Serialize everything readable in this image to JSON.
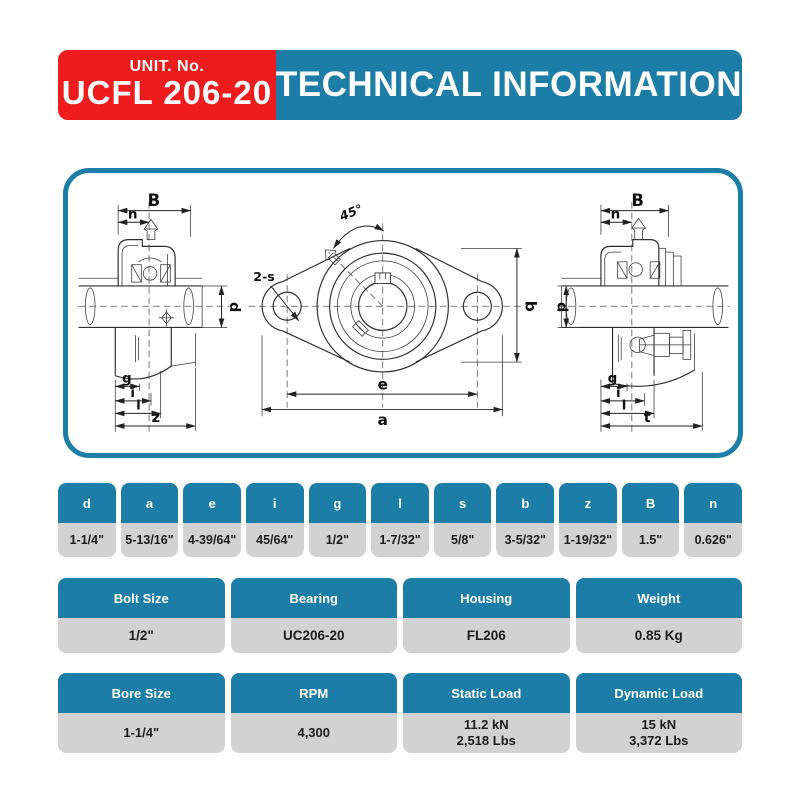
{
  "header": {
    "unit_label": "UNIT. No.",
    "unit_number": "UCFL 206-20",
    "title": "TECHNICAL INFORMATION"
  },
  "colors": {
    "accent_red": "#ee1c1c",
    "accent_teal": "#1c7ea7",
    "cell_gray": "#d2d2d2"
  },
  "drawing": {
    "left": {
      "B": "B",
      "n": "n",
      "d": "d",
      "g": "g",
      "i": "i",
      "l": "l",
      "z": "z"
    },
    "center": {
      "angle": "45°",
      "bolt_holes": "2-s",
      "e": "e",
      "a": "a",
      "b": "b"
    },
    "right": {
      "B": "B",
      "n": "n",
      "d": "d",
      "g": "g",
      "i": "i",
      "l": "l",
      "t": "t"
    }
  },
  "dimension_table": {
    "columns": [
      {
        "header": "d",
        "value": "1-1/4\""
      },
      {
        "header": "a",
        "value": "5-13/16\""
      },
      {
        "header": "e",
        "value": "4-39/64\""
      },
      {
        "header": "i",
        "value": "45/64\""
      },
      {
        "header": "g",
        "value": "1/2\""
      },
      {
        "header": "l",
        "value": "1-7/32\""
      },
      {
        "header": "s",
        "value": "5/8\""
      },
      {
        "header": "b",
        "value": "3-5/32\""
      },
      {
        "header": "z",
        "value": "1-19/32\""
      },
      {
        "header": "B",
        "value": "1.5\""
      },
      {
        "header": "n",
        "value": "0.626\""
      }
    ]
  },
  "spec_table": {
    "columns": [
      {
        "header": "Bolt Size",
        "value": "1/2\""
      },
      {
        "header": "Bearing",
        "value": "UC206-20"
      },
      {
        "header": "Housing",
        "value": "FL206"
      },
      {
        "header": "Weight",
        "value": "0.85 Kg"
      }
    ]
  },
  "performance_table": {
    "columns": [
      {
        "header": "Bore Size",
        "value": "1-1/4\""
      },
      {
        "header": "RPM",
        "value": "4,300"
      },
      {
        "header": "Static Load",
        "value": "11.2 kN\n2,518 Lbs"
      },
      {
        "header": "Dynamic Load",
        "value": "15 kN\n3,372 Lbs"
      }
    ]
  }
}
